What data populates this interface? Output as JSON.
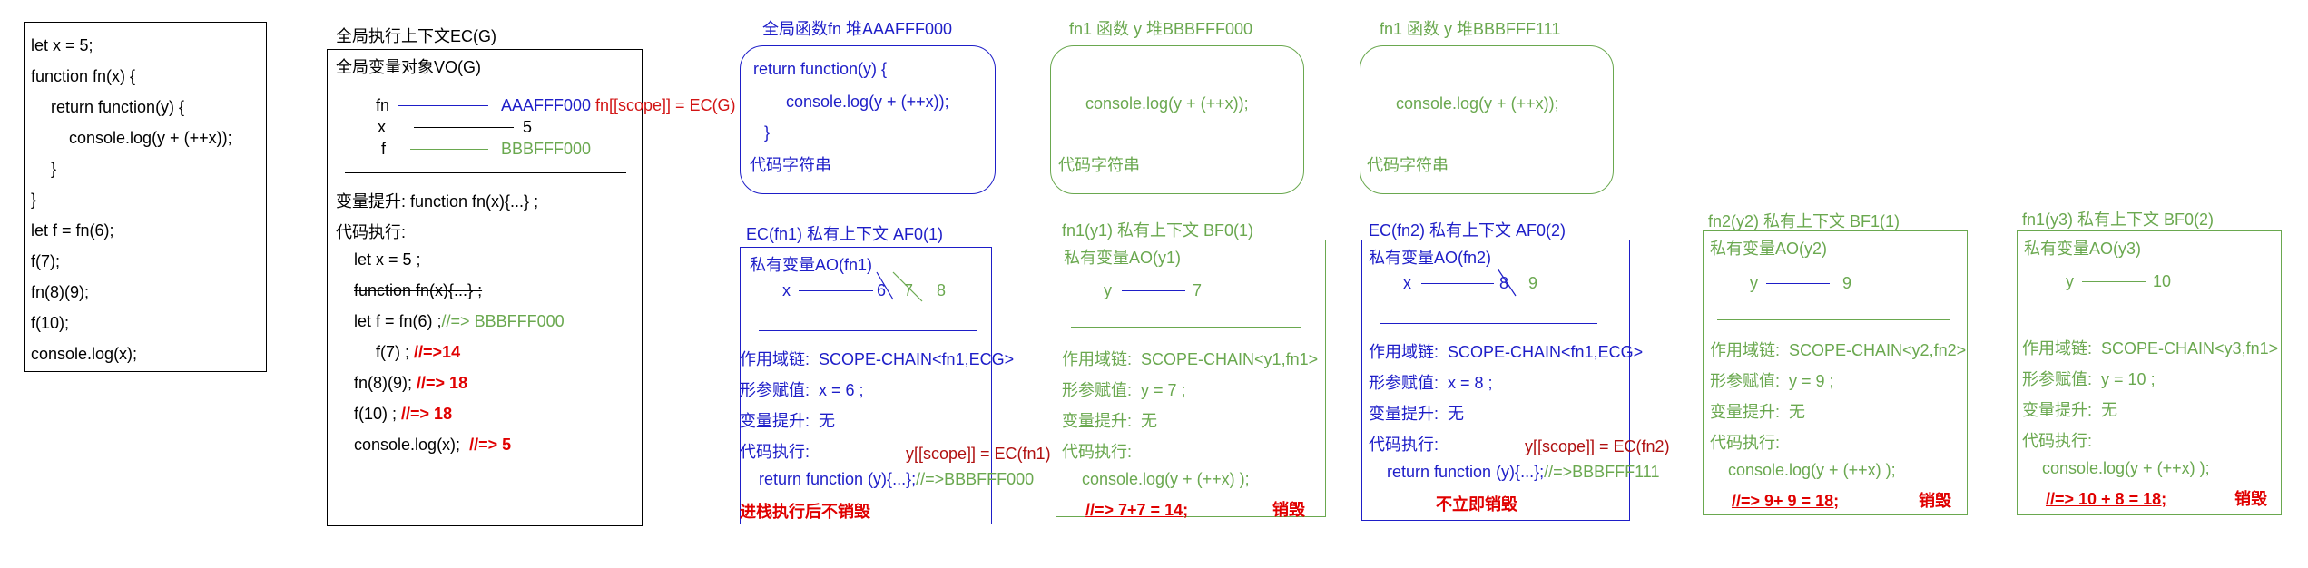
{
  "code_panel": {
    "lines": [
      "let x = 5;",
      "function fn(x) {",
      "  return function(y) {",
      "    console.log(y + (++x));",
      "  }",
      "}",
      "let f = fn(6);",
      "f(7);",
      "fn(8)(9);",
      "f(10);",
      "console.log(x);"
    ]
  },
  "ecg": {
    "title": "全局执行上下文EC(G)",
    "vo_title": "全局变量对象VO(G)",
    "vars": [
      {
        "name": "fn",
        "value": "AAAFFF000"
      },
      {
        "name": "x",
        "value": "5"
      },
      {
        "name": "f",
        "value": "BBBFFF000"
      }
    ],
    "fn_scope": "fn[[scope]] = EC(G)",
    "hoist": "变量提升:  function fn(x){...} ;",
    "exec_title": "代码执行:",
    "exec_lines": {
      "l1": "let x = 5 ;",
      "l2": "function fn(x){...} ;",
      "l3": "let f = fn(6) ;",
      "l3_comment": "//=> BBBFFF000",
      "l4": "f(7) ;",
      "l4_result": "//=>14",
      "l5": "fn(8)(9);",
      "l5_result": "//=> 18",
      "l6": "f(10) ;",
      "l6_result": "//=> 18",
      "l7": "console.log(x);",
      "l7_result": "//=> 5"
    }
  },
  "heaps": [
    {
      "title": "全局函数fn 堆AAAFFF000",
      "lines": [
        "return function(y) {",
        "console.log(y + (++x));",
        "}"
      ],
      "footer": "代码字符串"
    },
    {
      "title": "fn1 函数 y 堆BBBFFF000",
      "lines": [
        "console.log(y + (++x));"
      ],
      "footer": "代码字符串"
    },
    {
      "title": "fn1 函数 y 堆BBBFFF111",
      "lines": [
        "console.log(y + (++x));"
      ],
      "footer": "代码字符串"
    }
  ],
  "contexts": {
    "af0_1": {
      "title": "EC(fn1) 私有上下文 AF0(1)",
      "ao": "私有变量AO(fn1)",
      "var_name": "x",
      "values": [
        "6",
        "7",
        "8"
      ],
      "scope_chain_label": "作用域链:",
      "scope_chain": "SCOPE-CHAIN<fn1,ECG>",
      "param_label": "形参赋值:",
      "param": "x = 6 ;",
      "hoist_label": "变量提升:",
      "hoist": "无",
      "exec_label": "代码执行:",
      "exec": "return function (y){...};",
      "exec_comment": "//=>BBBFFF000",
      "scope_note": "y[[scope]] = EC(fn1)",
      "status": "进栈执行后不销毁"
    },
    "bf0_1": {
      "title": "fn1(y1) 私有上下文 BF0(1)",
      "ao": "私有变量AO(y1)",
      "var_name": "y",
      "value": "7",
      "scope_chain_label": "作用域链:",
      "scope_chain": "SCOPE-CHAIN<y1,fn1>",
      "param_label": "形参赋值:",
      "param": "y = 7 ;",
      "hoist_label": "变量提升:",
      "hoist": "无",
      "exec_label": "代码执行:",
      "exec": "console.log(y + (++x) );",
      "result": "//=> 7+7 = 14;",
      "status": "销毁"
    },
    "af0_2": {
      "title": "EC(fn2) 私有上下文 AF0(2)",
      "ao": "私有变量AO(fn2)",
      "var_name": "x",
      "values": [
        "8",
        "9"
      ],
      "scope_chain_label": "作用域链:",
      "scope_chain": "SCOPE-CHAIN<fn1,ECG>",
      "param_label": "形参赋值:",
      "param": "x = 8 ;",
      "hoist_label": "变量提升:",
      "hoist": "无",
      "exec_label": "代码执行:",
      "exec": "return function (y){...};",
      "exec_comment": "//=>BBBFFF111",
      "scope_note": "y[[scope]] = EC(fn2)",
      "status": "不立即销毁"
    },
    "bf1_1": {
      "title": "fn2(y2) 私有上下文 BF1(1)",
      "ao": "私有变量AO(y2)",
      "var_name": "y",
      "value": "9",
      "scope_chain_label": "作用域链:",
      "scope_chain": "SCOPE-CHAIN<y2,fn2>",
      "param_label": "形参赋值:",
      "param": "y = 9 ;",
      "hoist_label": "变量提升:",
      "hoist": "无",
      "exec_label": "代码执行:",
      "exec": "console.log(y + (++x) );",
      "result": "//=> 9+ 9 = 18;",
      "status": "销毁"
    },
    "bf0_2": {
      "title": "fn1(y3) 私有上下文 BF0(2)",
      "ao": "私有变量AO(y3)",
      "var_name": "y",
      "value": "10",
      "scope_chain_label": "作用域链:",
      "scope_chain": "SCOPE-CHAIN<y3,fn1>",
      "param_label": "形参赋值:",
      "param": "y = 10 ;",
      "hoist_label": "变量提升:",
      "hoist": "无",
      "exec_label": "代码执行:",
      "exec": "console.log(y + (++x) );",
      "result": "//=> 10 + 8 = 18;",
      "status": "销毁"
    }
  },
  "colors": {
    "black": "#000000",
    "blue": "#1e1ec8",
    "green": "#6aa84f",
    "red": "#d21414"
  }
}
